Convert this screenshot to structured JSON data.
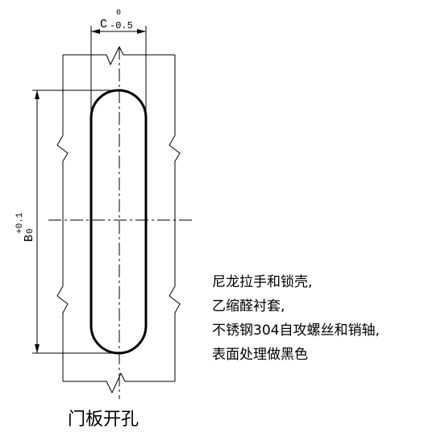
{
  "dimensions": {
    "width_label": "C",
    "width_tolerance_upper": "0",
    "width_tolerance_lower": "-0.5",
    "height_label": "B",
    "height_tolerance_upper": "+0.1",
    "height_tolerance_lower": "0"
  },
  "notes": [
    "尼龙拉手和锁壳,",
    "乙缩醛衬套,",
    "不锈钢304自攻螺丝和销轴,",
    "表面处理做黑色"
  ],
  "caption": "门板开孔",
  "colors": {
    "line": "#000000",
    "background": "#ffffff"
  }
}
